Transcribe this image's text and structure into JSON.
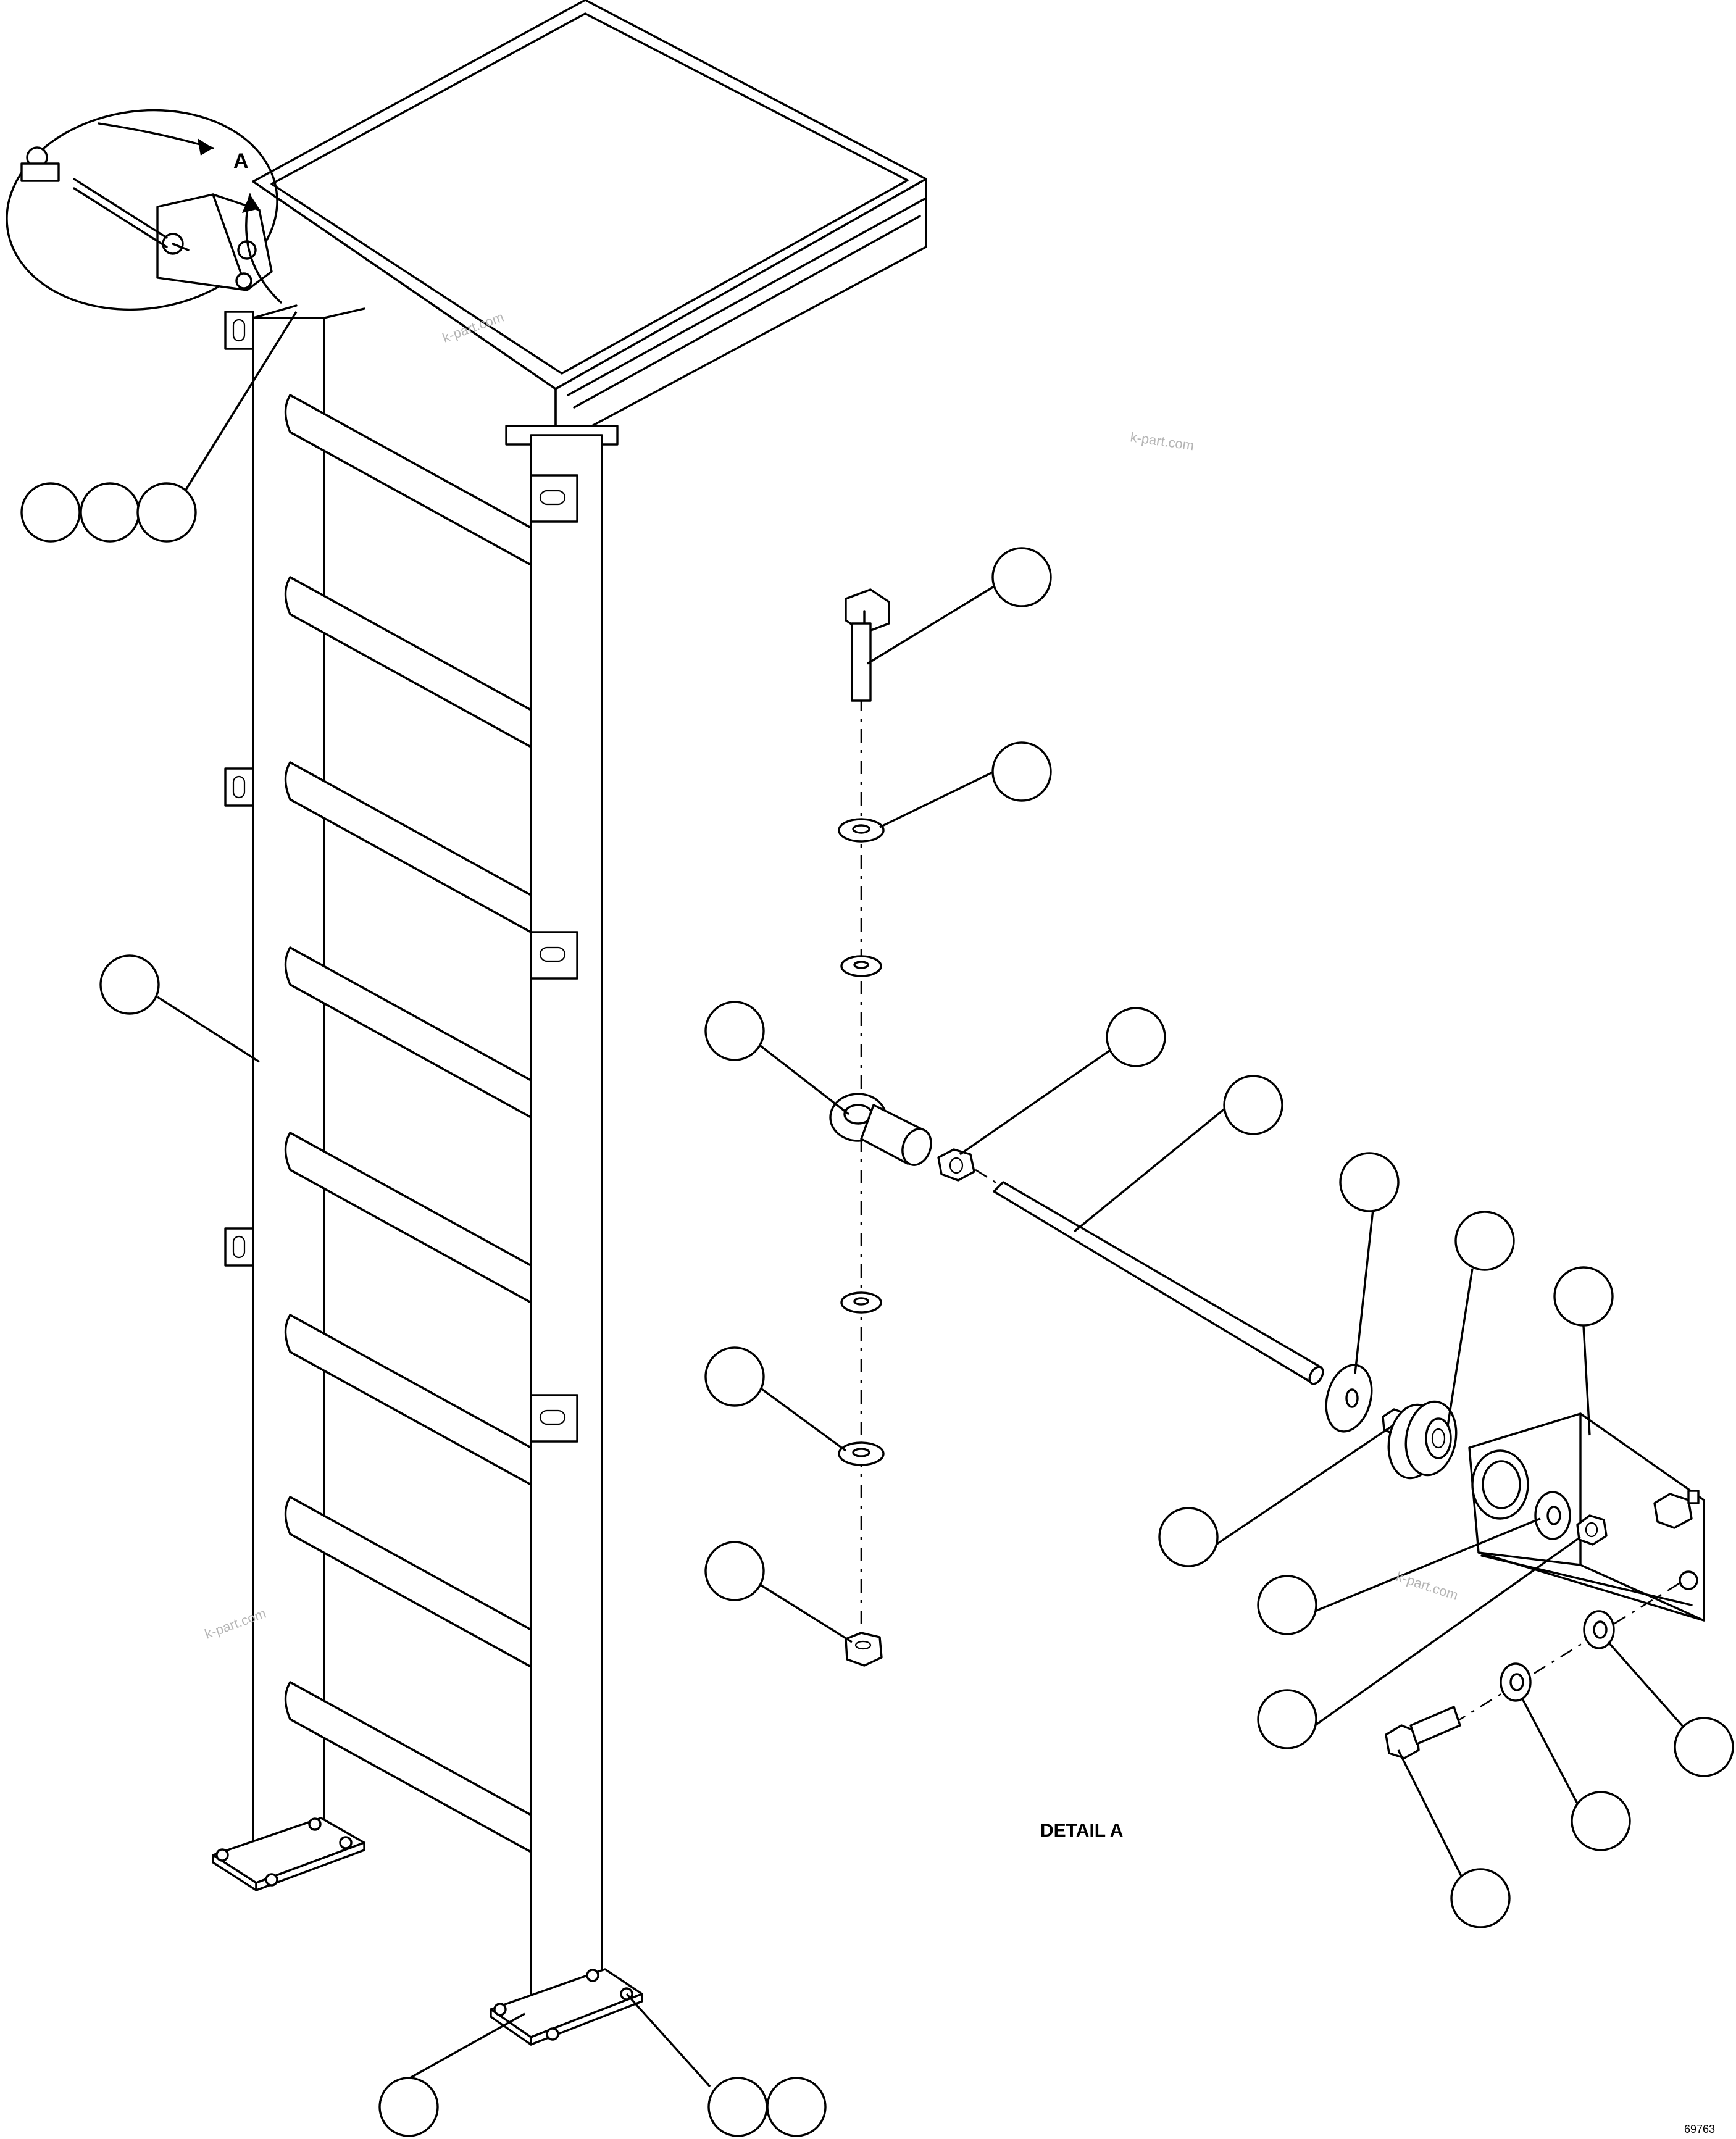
{
  "detail_marker": "A",
  "detail_caption": "DETAIL A",
  "drawing_id": "69763",
  "watermark": "k-part.com",
  "callouts": [
    {
      "id": "c1",
      "label": ""
    },
    {
      "id": "c2",
      "label": ""
    },
    {
      "id": "c3",
      "label": ""
    },
    {
      "id": "c4",
      "label": ""
    },
    {
      "id": "c5",
      "label": ""
    },
    {
      "id": "c6",
      "label": ""
    },
    {
      "id": "c7",
      "label": ""
    },
    {
      "id": "c8",
      "label": ""
    },
    {
      "id": "c9",
      "label": ""
    },
    {
      "id": "c10",
      "label": ""
    },
    {
      "id": "c11",
      "label": ""
    },
    {
      "id": "c12",
      "label": ""
    },
    {
      "id": "c13",
      "label": ""
    },
    {
      "id": "c14",
      "label": ""
    },
    {
      "id": "c15",
      "label": ""
    },
    {
      "id": "c16",
      "label": ""
    },
    {
      "id": "c17",
      "label": ""
    },
    {
      "id": "c18",
      "label": ""
    },
    {
      "id": "c19",
      "label": ""
    },
    {
      "id": "c20",
      "label": ""
    },
    {
      "id": "c21",
      "label": ""
    },
    {
      "id": "c22",
      "label": ""
    },
    {
      "id": "c23",
      "label": ""
    },
    {
      "id": "c24",
      "label": ""
    }
  ]
}
